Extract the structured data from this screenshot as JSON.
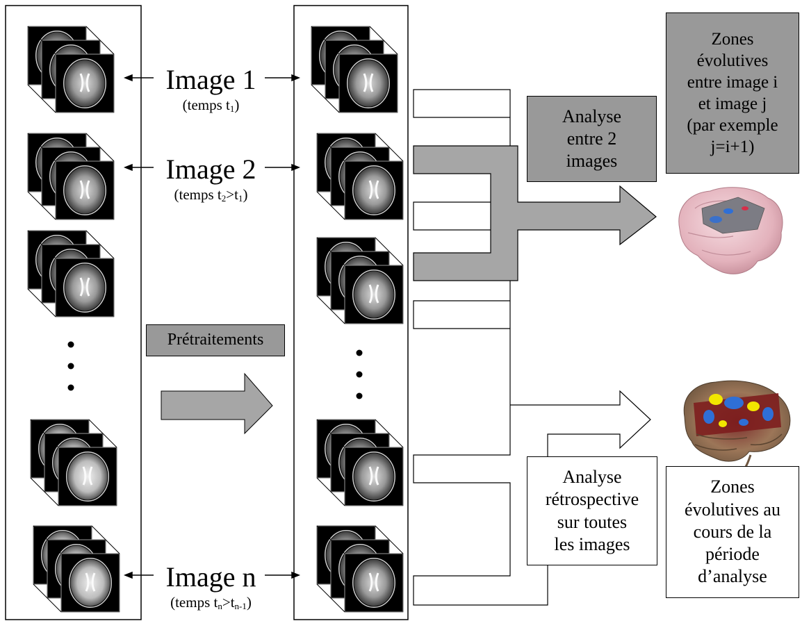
{
  "labels": {
    "image1": "Image 1",
    "time1_prefix": "(temps t",
    "time1_sub": "1",
    "time1_suffix": ")",
    "image2": "Image 2",
    "time2_prefix": "(temps t",
    "time2_sub_a": "2",
    "time2_mid": ">t",
    "time2_sub_b": "1",
    "time2_suffix": ")",
    "imagen": "Image n",
    "timen_prefix": "(temps t",
    "timen_sub_a": "n",
    "timen_mid": ">t",
    "timen_sub_b": "n-1",
    "timen_suffix": ")"
  },
  "boxes": {
    "pretraitements": "Prétraitements",
    "analyse_2_images": "Analyse\nentre 2\nimages",
    "zones_evolutives_ij": "Zones\névolutives\nentre image i\net image j\n(par exemple\nj=i+1)",
    "analyse_retrospective": "Analyse\nrétrospective\nsur toutes\nles images",
    "zones_evolutives_periode": "Zones\névolutives au\ncours de la\npériode\nd’analyse"
  },
  "colors": {
    "grey_box": "#999999",
    "arrow_grey": "#a6a6a6",
    "mri_background": "#000000",
    "brain_pink": "#e8bcc4",
    "lesion_blue": "#2f6fd6",
    "lesion_yellow": "#f2e600",
    "cortex_tan": "#b89b7a"
  }
}
